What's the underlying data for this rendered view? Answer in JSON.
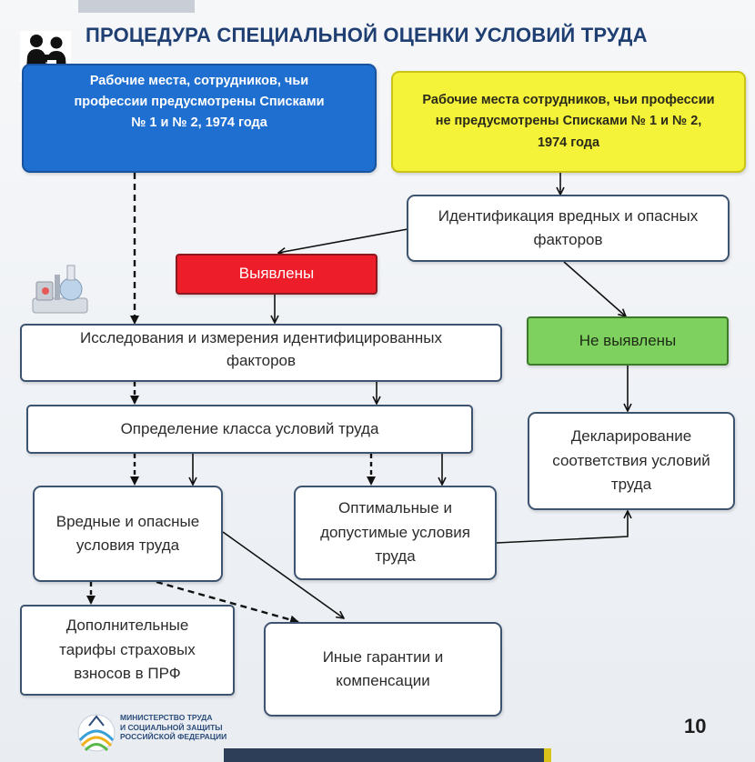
{
  "title": "ПРОЦЕДУРА СПЕЦИАЛЬНОЙ ОЦЕНКИ УСЛОВИЙ ТРУДА",
  "boxes": {
    "listed_workplaces": [
      "Рабочие места, сотрудников, чьи",
      "профессии предусмотрены Списками",
      "№ 1 и № 2, 1974 года"
    ],
    "unlisted_workplaces": [
      "Рабочие места сотрудников, чьи профессии",
      "не предусмотрены Списками № 1 и № 2,",
      "1974 года"
    ],
    "identification": [
      "Идентификация вредных и опасных",
      "факторов"
    ],
    "detected": "Выявлены",
    "not_detected": "Не выявлены",
    "research": [
      "Исследования и измерения идентифицированных",
      "факторов"
    ],
    "class_determination": "Определение класса условий труда",
    "declaration": [
      "Декларирование",
      "соответствия условий",
      "труда"
    ],
    "harmful": [
      "Вредные и опасные",
      "условия труда"
    ],
    "optimal": [
      "Оптимальные и",
      "допустимые условия",
      "труда"
    ],
    "additional_tariffs": [
      "Дополнительные",
      "тарифы страховых",
      "взносов в ПРФ"
    ],
    "other_guarantees": [
      "Иные гарантии и",
      "компенсации"
    ]
  },
  "ministry": [
    "МИНИСТЕРСТВО ТРУДА",
    "И СОЦИАЛЬНОЙ ЗАЩИТЫ",
    "РОССИЙСКОЙ ФЕДЕРАЦИИ"
  ],
  "page_number": "10",
  "colors": {
    "title": "#1f3f73",
    "blue_box": "#1f6fd1",
    "yellow_box": "#f5f23a",
    "red_box": "#ee1d2a",
    "green_box": "#7ed05f",
    "border": "#3d5470"
  }
}
